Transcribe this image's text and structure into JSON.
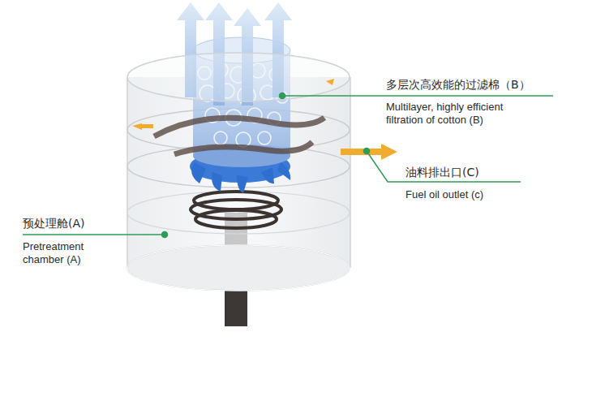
{
  "diagram": {
    "labels": [
      "多层次高效能的过滤棉（B）",
      "Multilayer, highly efficient filtration of cotton (B)",
      "油料排出口(C)",
      "Fuel oil outlet (c)",
      "预处理舱(A)",
      "Pretreatment chamber (A)"
    ]
  }
}
